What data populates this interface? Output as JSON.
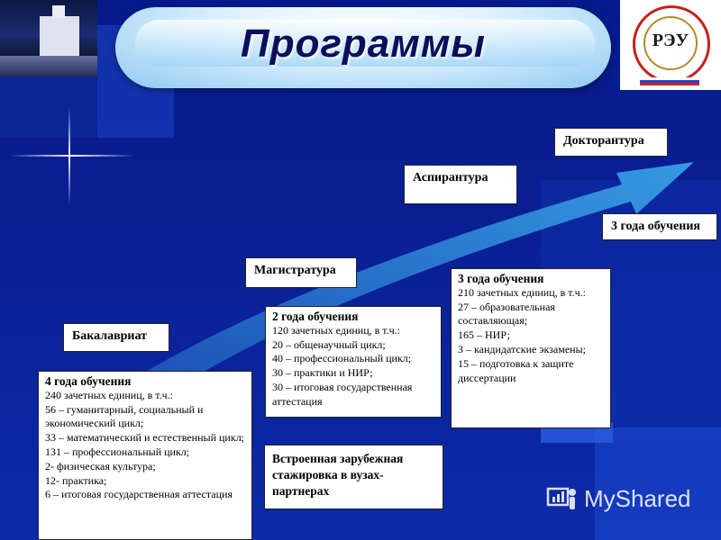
{
  "title": "Программы",
  "stages": {
    "bachelor": "Бакалавриат",
    "master": "Магистратура",
    "postgrad": "Аспирантура",
    "doctoral": "Докторантура",
    "doctoral_years": "3 года обучения"
  },
  "bachelor_info": {
    "heading": "4 года обучения",
    "lines": [
      "240 зачетных единиц, в т.ч.:",
      "56 – гуманитарный, социальный и экономический цикл;",
      "33 – математический и естественный цикл;",
      "131 – профессиональный цикл;",
      "2- физическая культура;",
      "12- практика;",
      "6 – итоговая государственная аттестация"
    ]
  },
  "master_info": {
    "heading": "2 года обучения",
    "lines": [
      "120 зачетных единиц, в т.ч.:",
      "20 – общенаучный цикл;",
      "40 – профессиональный цикл;",
      "30 – практики и НИР;",
      "30 – итоговая государственная аттестация"
    ]
  },
  "postgrad_info": {
    "heading": "3 года обучения",
    "lines": [
      "210 зачетных единиц, в т.ч.:",
      "27 – образовательная составляющая;",
      "165 – НИР;",
      "3 – кандидатские экзамены;",
      "15 – подготовка к защите диссертации"
    ]
  },
  "internship": "Встроенная зарубежная стажировка в вузах-партнерах",
  "watermark": "MyShared",
  "logo": {
    "monogram": "РЭУ"
  },
  "colors": {
    "background": "#0a1f95",
    "arrow": "#2a8fd6",
    "title_text": "#0b0f5a"
  }
}
